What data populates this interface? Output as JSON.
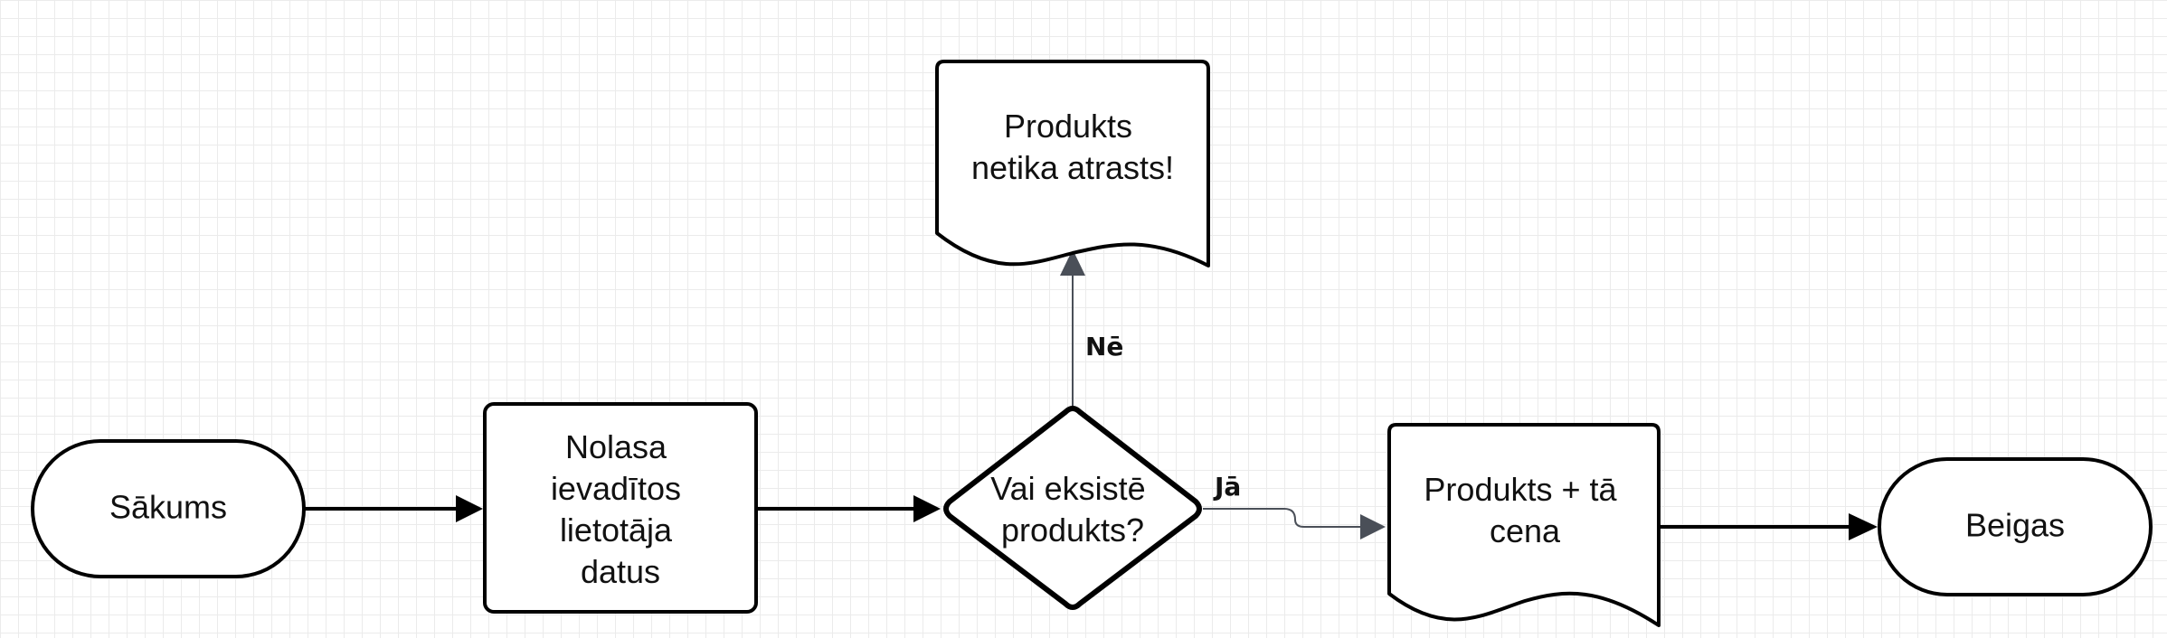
{
  "diagram": {
    "nodes": {
      "start": {
        "label": "Sākums"
      },
      "read_input": {
        "lines": [
          "Nolasa",
          "ievadītos",
          "lietotāja",
          "datus"
        ]
      },
      "decision": {
        "lines": [
          "Vai eksistē",
          "produkts?"
        ]
      },
      "not_found": {
        "lines": [
          "Produkts",
          "netika atrasts!"
        ]
      },
      "result": {
        "lines": [
          "Produkts + tā",
          "cena"
        ]
      },
      "end": {
        "label": "Beigas"
      }
    },
    "edges": {
      "no_label": "Nē",
      "yes_label": "Jā"
    }
  }
}
